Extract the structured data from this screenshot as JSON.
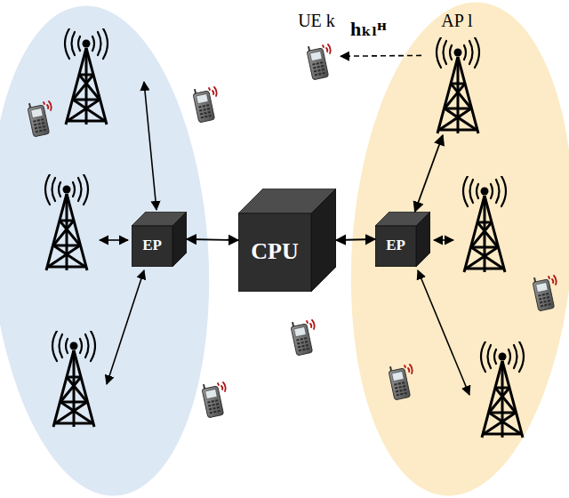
{
  "diagram": {
    "nodes": [
      {
        "text": [
          "EP"
        ]
      },
      {
        "text": [
          "CPU"
        ]
      },
      {
        "text": [
          "EP"
        ]
      },
      {
        "text": [
          "UE k"
        ]
      },
      {
        "text": [
          "AP l"
        ]
      }
    ],
    "edges": [
      {
        "from": 0,
        "to": 1,
        "arrow": "both"
      },
      {
        "from": 1,
        "to": 2,
        "arrow": "both"
      },
      {
        "from": 4,
        "to": 3,
        "arrow": "to",
        "label": "hₖₗᴴ"
      },
      {
        "from": 4,
        "to": 2,
        "arrow": "both"
      }
    ]
  }
}
